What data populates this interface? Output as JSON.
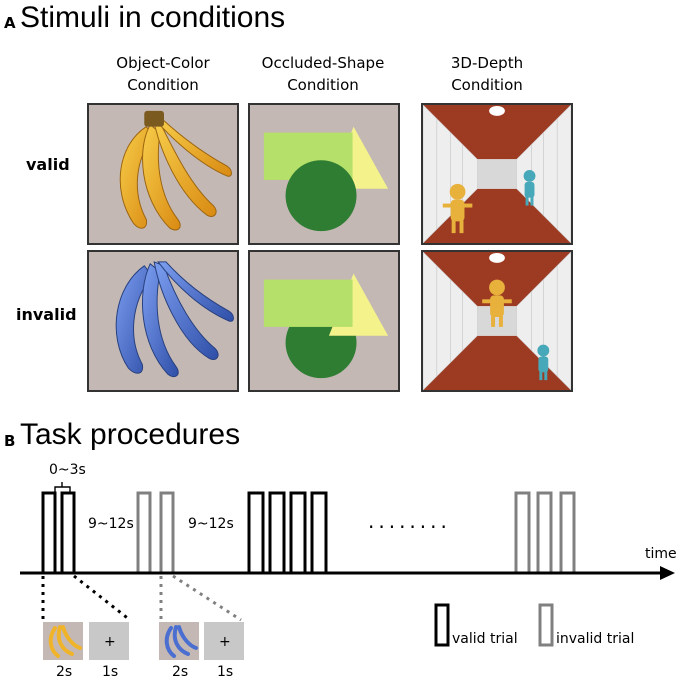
{
  "section_a": {
    "letter": "A",
    "title": "Stimuli in conditions"
  },
  "conditions": [
    {
      "line1": "Object-Color",
      "line2": "Condition"
    },
    {
      "line1": "Occluded-Shape",
      "line2": "Condition"
    },
    {
      "line1": "3D-Depth",
      "line2": "Condition"
    }
  ],
  "rows": {
    "valid": "valid",
    "invalid": "invalid"
  },
  "section_b": {
    "letter": "B",
    "title": "Task procedures"
  },
  "timeline": {
    "onset_jitter": "0~3s",
    "iti_1": "9~12s",
    "iti_2": "9~12s",
    "ellipsis": "........",
    "axis_label": "time",
    "stim_duration_valid": "2s",
    "fix_duration_valid": "1s",
    "stim_duration_invalid": "2s",
    "fix_duration_invalid": "1s",
    "fixation_symbol": "+"
  },
  "legend": {
    "valid": "valid trial",
    "invalid": "invalid trial"
  },
  "colors": {
    "valid_box": "#000000",
    "invalid_box": "#808080",
    "panel_bg": "#c4b8b5",
    "banana_yellow": "#f0b42a",
    "banana_blue": "#4a6fd0",
    "rect_green": "#b5e06a",
    "triangle_yellow": "#f4f28a",
    "circle_green": "#2f7d32",
    "corridor_red": "#9c3a22",
    "figure_yellow": "#e8b13c",
    "figure_cyan": "#46a8b8"
  }
}
